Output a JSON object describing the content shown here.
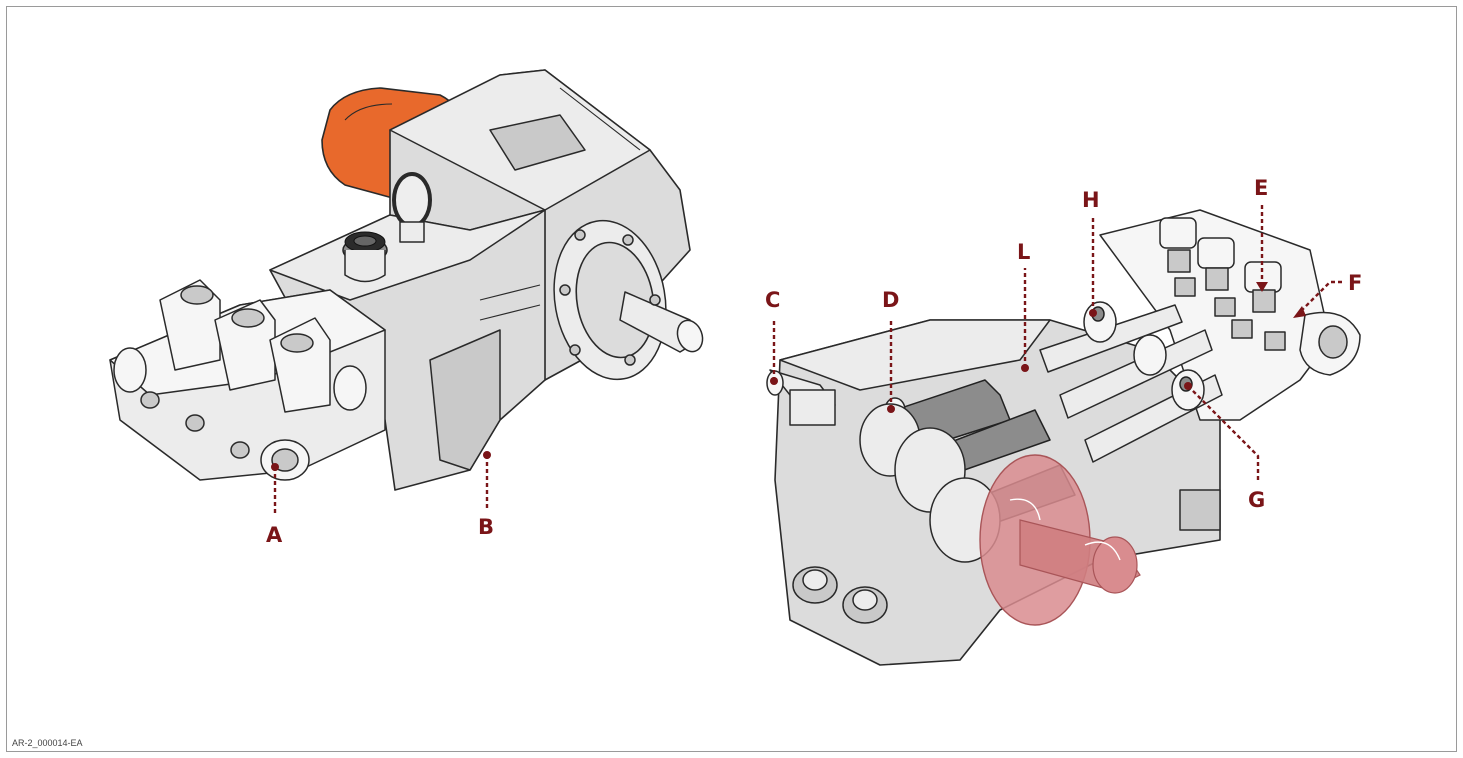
{
  "document_code": "AR-2_000014-EA",
  "colors": {
    "callout": "#7a1518",
    "motor_flange": "#e8692c",
    "crankshaft_highlight": "#d98c8f",
    "housing": "#dcdcdc"
  },
  "callouts": {
    "a": "A",
    "b": "B",
    "c": "C",
    "d": "D",
    "e": "E",
    "f": "F",
    "g": "G",
    "h": "H",
    "l": "L"
  }
}
